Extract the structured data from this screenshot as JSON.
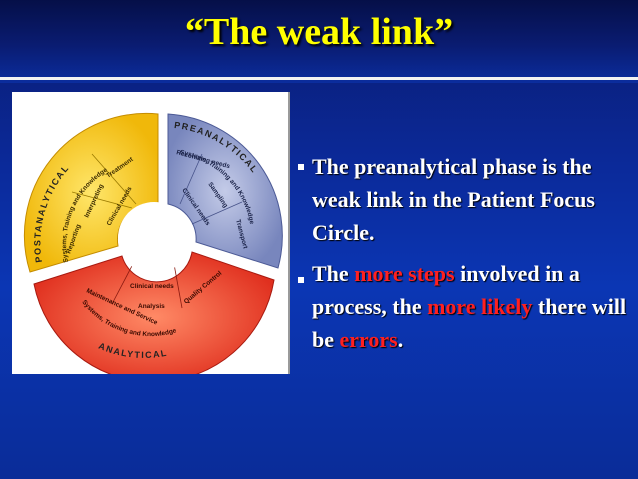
{
  "slide": {
    "title": "“The weak link”",
    "para1": "The preanalytical phase is the weak link in the Patient Focus Circle.",
    "para2": {
      "t1": "The ",
      "h1": "more steps",
      "t2": " involved in a process, the ",
      "h2": "more likely",
      "t3": " there will be ",
      "h3": "errors",
      "t4": "."
    },
    "colors": {
      "title": "#ffff00",
      "highlight": "#ff2020",
      "background": "#0b36b4",
      "yellow_segment": "#f4c414",
      "blue_segment": "#8a98c8",
      "red_segment": "#ee3b2a"
    }
  },
  "wheel": {
    "phase_labels": {
      "post": "POSTANALYTICAL",
      "pre": "PREANALYTICAL",
      "ana": "ANALYTICAL"
    },
    "ring_labels": {
      "yellow": "Systems, Training and Knowledge",
      "blue": "Systems, Training and Knowledge",
      "red": "Systems, Training and Knowledge"
    },
    "yellow_items": [
      "Reporting",
      "Interpreting",
      "Treatment",
      "Clinical needs"
    ],
    "blue_items": [
      "Reconizing needs",
      "Sampling",
      "Transport",
      "Clinical needs"
    ],
    "red_items": [
      "Clinical needs",
      "Maintenance and Service",
      "Analysis",
      "Quality Control"
    ]
  }
}
